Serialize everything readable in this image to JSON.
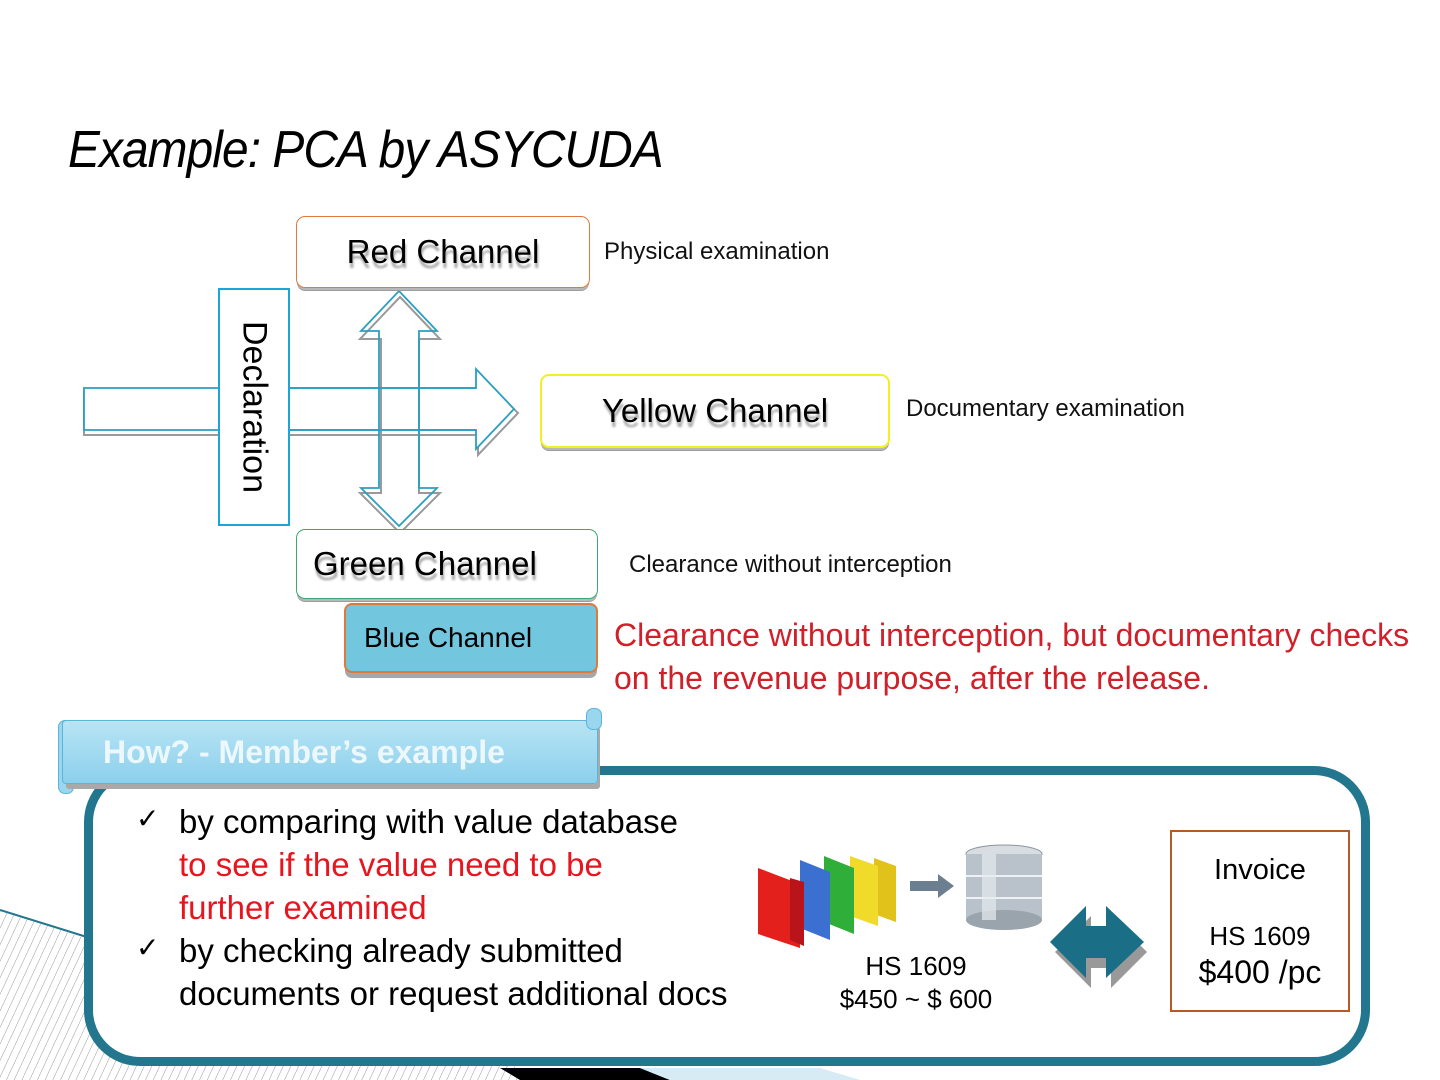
{
  "slide": {
    "title": "Example: PCA by ASYCUDA"
  },
  "flow": {
    "declaration_label": "Declaration",
    "channels": [
      {
        "key": "red",
        "label": "Red Channel",
        "description": "Physical examination",
        "border_color": "#e07a3c"
      },
      {
        "key": "yellow",
        "label": "Yellow Channel",
        "description": "Documentary examination",
        "border_color": "#f2f024"
      },
      {
        "key": "green",
        "label": "Green Channel",
        "description": "Clearance without interception",
        "border_color": "#3aaa70"
      },
      {
        "key": "blue",
        "label": "Blue Channel",
        "description": "Clearance without interception, but documentary checks on the revenue purpose, after the release.",
        "fill_color": "#72c6dd"
      }
    ]
  },
  "example": {
    "banner": "How?  - Member’s example",
    "bullets": [
      {
        "check": "✓",
        "text_black": "by comparing with value database",
        "text_red": "to see if the value need to be further examined"
      },
      {
        "check": "✓",
        "text_black": "by checking already submitted documents or request additional docs",
        "text_red": ""
      }
    ],
    "database": {
      "icons": [
        "folders-icon",
        "arrow-right-icon",
        "database-icon"
      ],
      "hs_code": "HS 1609",
      "range": "$450 ~ $ 600"
    },
    "compare_icon": "double-arrow-icon",
    "invoice": {
      "title": "Invoice",
      "hs_code": "HS 1609",
      "price": "$400 /pc"
    }
  },
  "colors": {
    "accent_teal": "#22768e",
    "note_red": "#d0202a",
    "bullet_red": "#e8141e"
  }
}
